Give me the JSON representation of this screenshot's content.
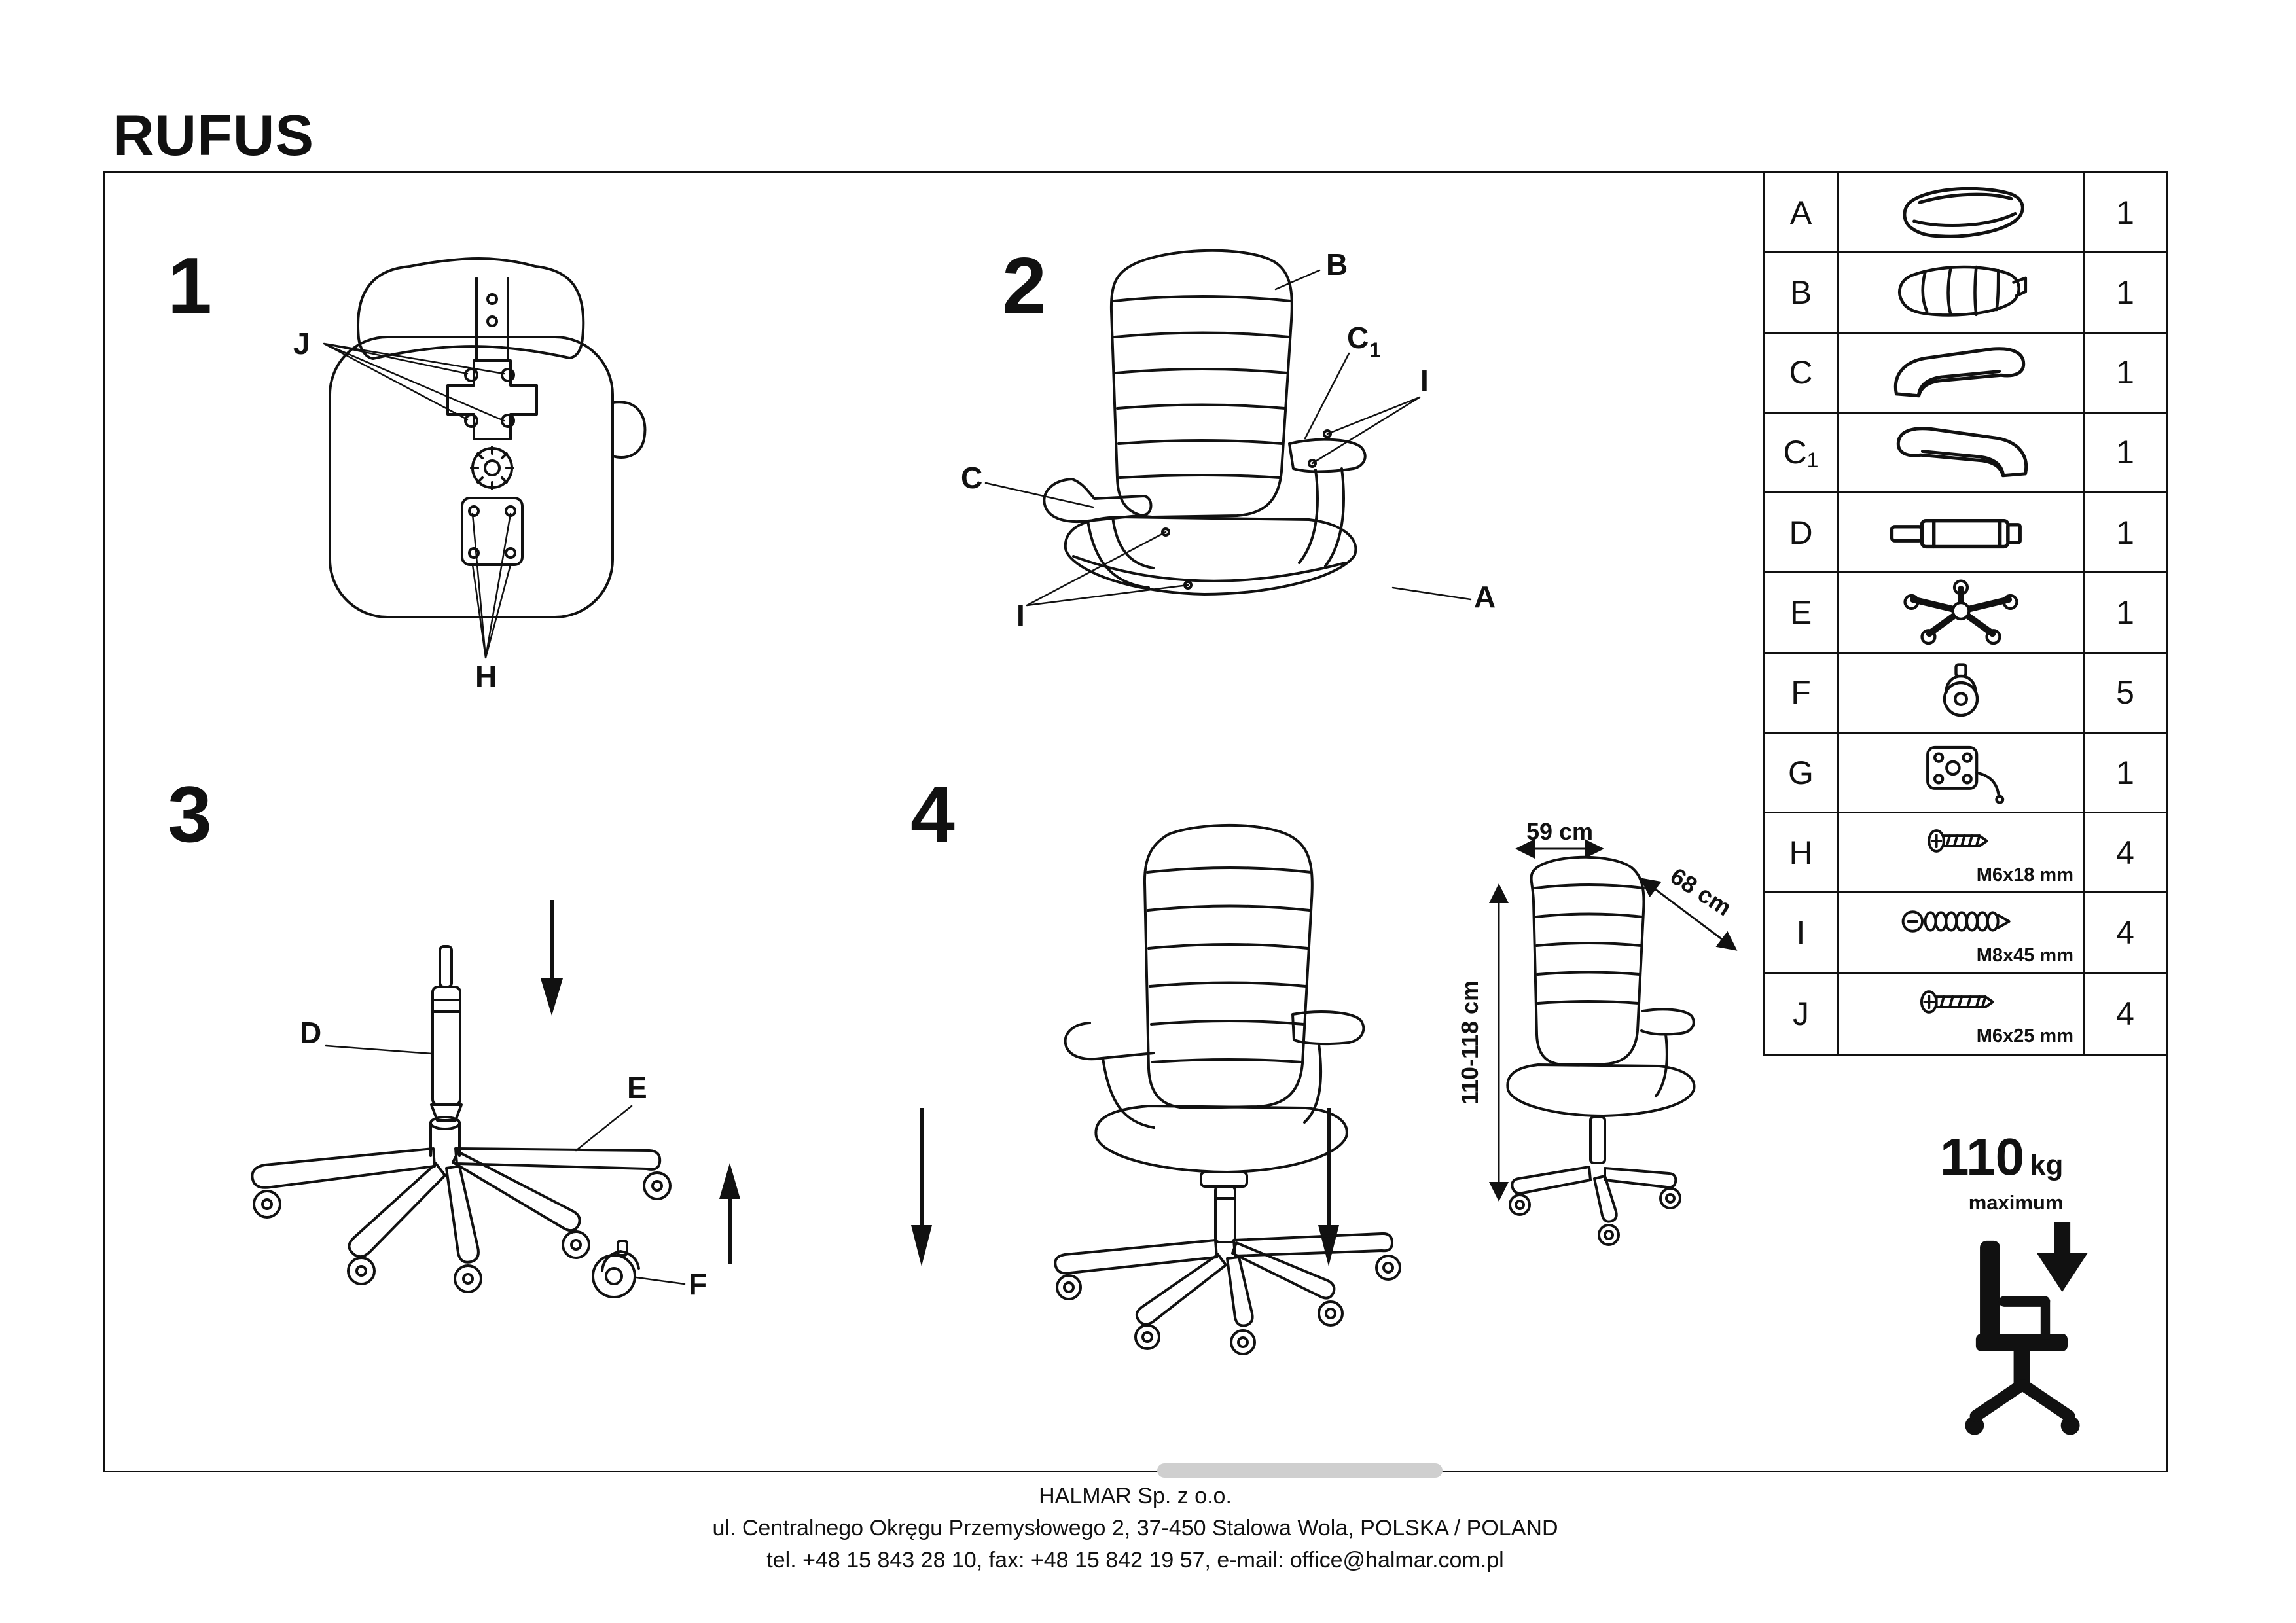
{
  "title": "RUFUS",
  "steps": [
    {
      "number": "1"
    },
    {
      "number": "2"
    },
    {
      "number": "3"
    },
    {
      "number": "4"
    }
  ],
  "callouts": {
    "step1": {
      "j": "J",
      "h": "H"
    },
    "step2": {
      "b": "B",
      "c1_base": "C",
      "c1_sub": "1",
      "i_right": "I",
      "c": "C",
      "i_left": "I",
      "a": "A"
    },
    "step3": {
      "d": "D",
      "e": "E",
      "f": "F"
    }
  },
  "dimensions": {
    "width": "59 cm",
    "depth": "68 cm",
    "height": "110-118 cm"
  },
  "parts_table": {
    "rows": [
      {
        "id": "A",
        "id_sub": "",
        "icon": "seat",
        "qty": "1",
        "spec": ""
      },
      {
        "id": "B",
        "id_sub": "",
        "icon": "backrest",
        "qty": "1",
        "spec": ""
      },
      {
        "id": "C",
        "id_sub": "",
        "icon": "armrest-left",
        "qty": "1",
        "spec": ""
      },
      {
        "id": "C",
        "id_sub": "1",
        "icon": "armrest-right",
        "qty": "1",
        "spec": ""
      },
      {
        "id": "D",
        "id_sub": "",
        "icon": "gas-lift",
        "qty": "1",
        "spec": ""
      },
      {
        "id": "E",
        "id_sub": "",
        "icon": "five-star-base",
        "qty": "1",
        "spec": ""
      },
      {
        "id": "F",
        "id_sub": "",
        "icon": "caster",
        "qty": "5",
        "spec": ""
      },
      {
        "id": "G",
        "id_sub": "",
        "icon": "tilt-mechanism",
        "qty": "1",
        "spec": ""
      },
      {
        "id": "H",
        "id_sub": "",
        "icon": "screw",
        "qty": "4",
        "spec": "M6x18 mm"
      },
      {
        "id": "I",
        "id_sub": "",
        "icon": "bolt",
        "qty": "4",
        "spec": "M8x45 mm"
      },
      {
        "id": "J",
        "id_sub": "",
        "icon": "screw",
        "qty": "4",
        "spec": "M6x25 mm"
      }
    ]
  },
  "weight_limit": {
    "value": "110",
    "unit": "kg",
    "label": "maximum"
  },
  "footer": {
    "company": "HALMAR Sp. z o.o.",
    "address": "ul. Centralnego Okręgu Przemysłowego 2, 37-450 Stalowa Wola, POLSKA / POLAND",
    "contacts": "tel. +48 15 843 28 10, fax: +48 15 842 19 57, e-mail: office@halmar.com.pl"
  }
}
